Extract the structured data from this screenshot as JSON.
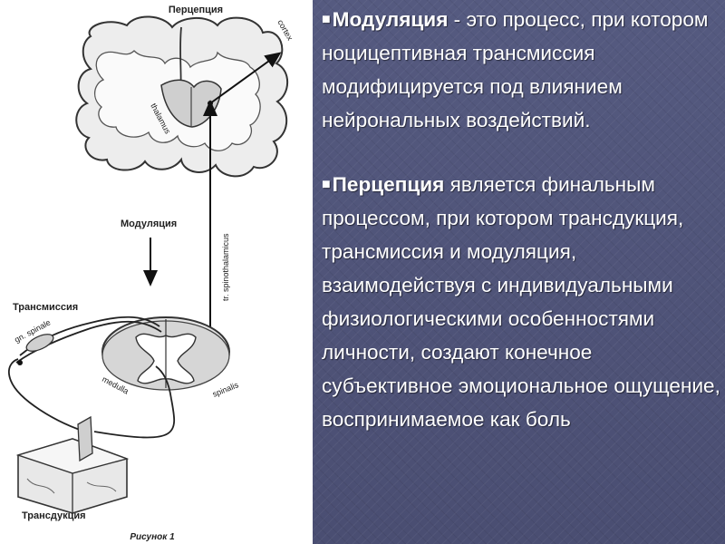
{
  "figure": {
    "labels": {
      "perception": "Перцепция",
      "cortex": "cortex",
      "thalamus": "thalamus",
      "modulation": "Модуляция",
      "tract": "tr. spinothalamicus",
      "transmission": "Трансмиссия",
      "ganglion": "gn. spinale",
      "medulla": "medulla",
      "spinalis": "spinalis",
      "transduction": "Трансдукция",
      "caption": "Рисунок 1"
    }
  },
  "text": {
    "p1_term": "Модуляция",
    "p1_rest": " - это процесс, при котором ноцицептивная трансмиссия модифицируется под влиянием нейрональных воздействий.",
    "p2_term": "Перцепция",
    "p2_rest": " является финальным процессом, при котором трансдукция, трансмиссия и модуляция, взаимодействуя с индивидуальными физиологическими особенностями личности, создают конечное субъективное эмоциональное ощущение, воспринимаемое как боль"
  },
  "colors": {
    "panel_bg": "#4f5378",
    "text": "#ffffff",
    "bullet": "#ffffff"
  },
  "icons": {
    "bullet": "square-bullet-icon"
  }
}
